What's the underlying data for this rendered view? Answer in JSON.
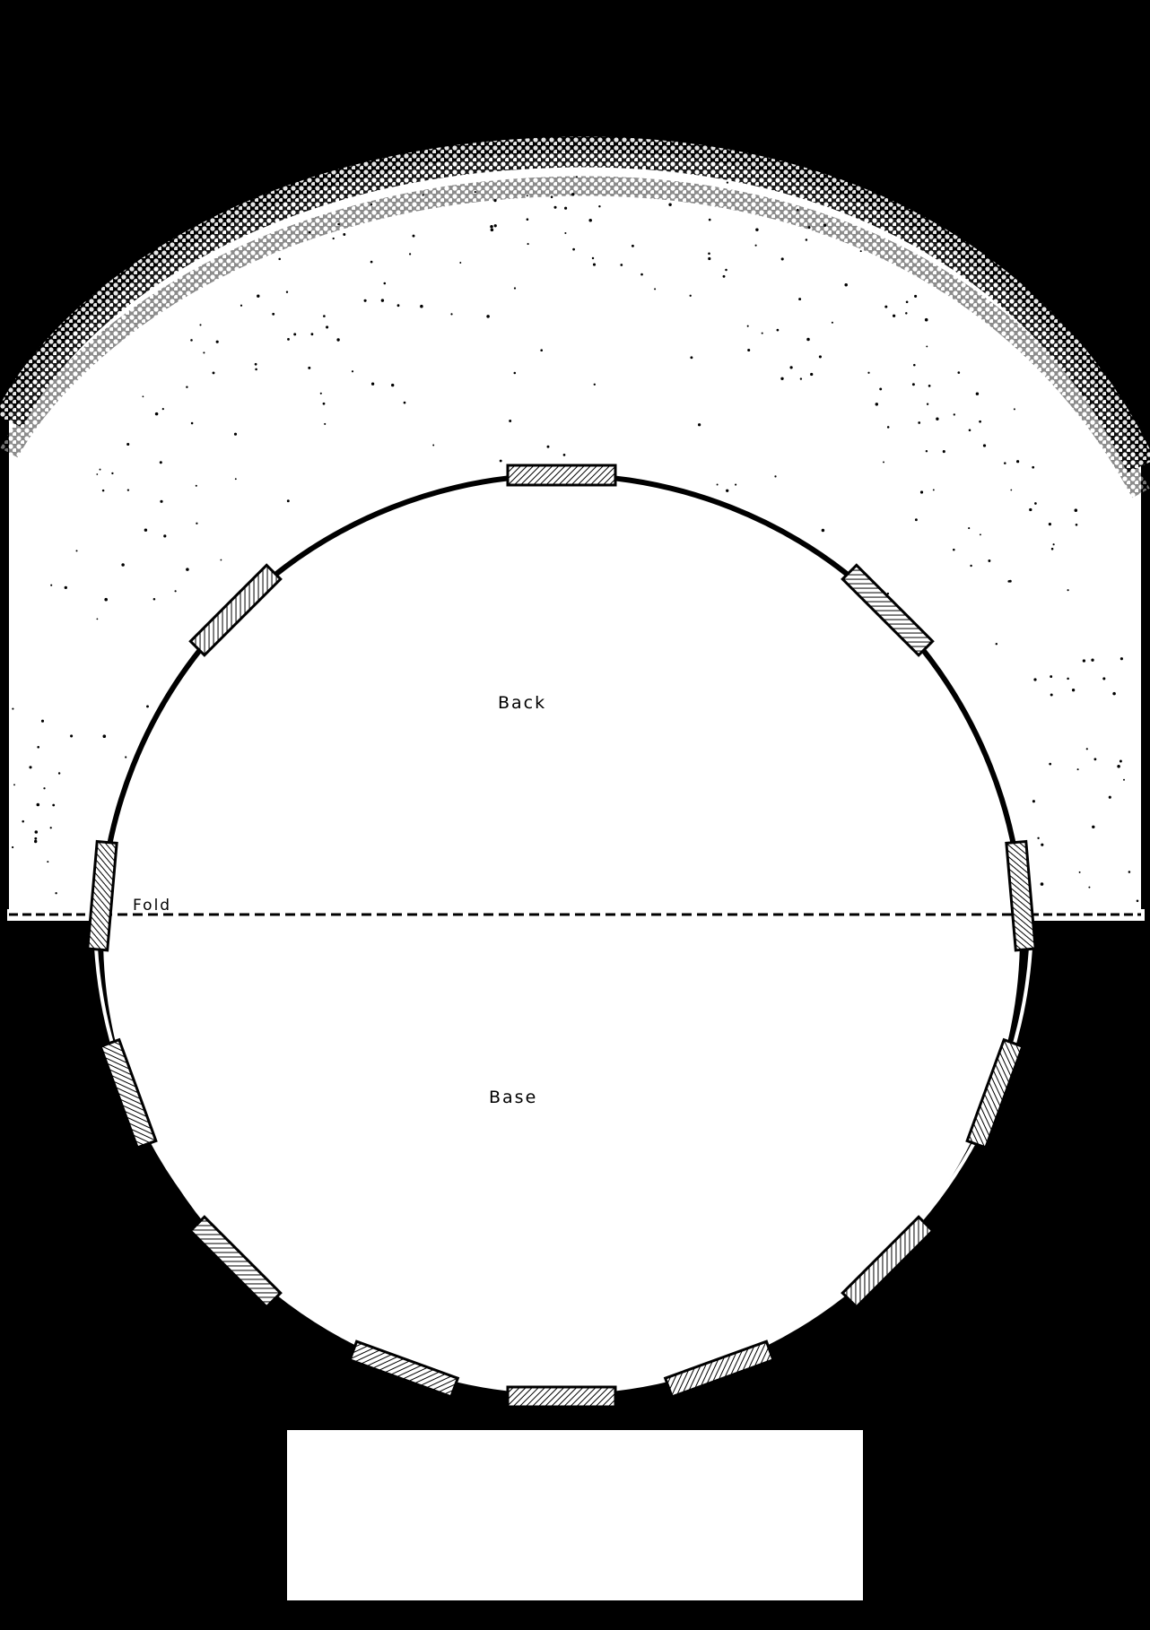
{
  "labels": {
    "back": "Back",
    "base": "Base",
    "fold": "Fold"
  },
  "colors": {
    "background": "#000000",
    "paper": "#ffffff",
    "stroke": "#000000"
  },
  "tabs": {
    "count": 12,
    "style": "hatched"
  }
}
